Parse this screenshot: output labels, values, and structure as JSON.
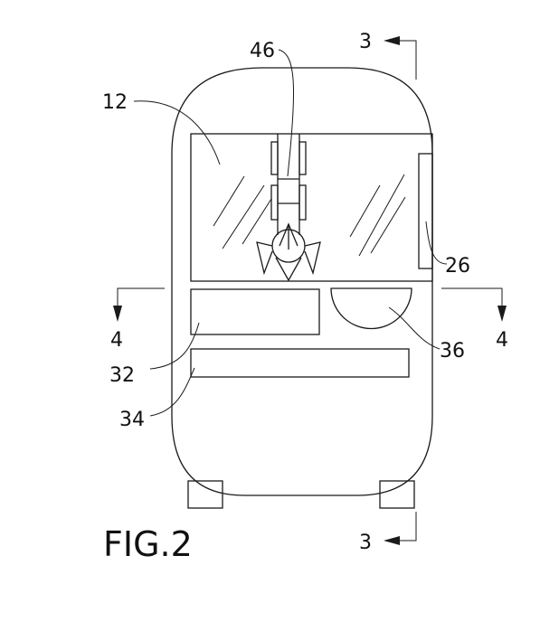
{
  "figure_label": "FIG.2",
  "reference_numerals": {
    "window": "12",
    "side_panel": "26",
    "control_panel": "32",
    "slot": "34",
    "chute": "36",
    "claw": "46"
  },
  "section_markers": {
    "vertical_top": "3",
    "vertical_bottom": "3",
    "horizontal_left": "4",
    "horizontal_right": "4"
  },
  "colors": {
    "ink": "#1a1a1a",
    "background": "#ffffff"
  }
}
